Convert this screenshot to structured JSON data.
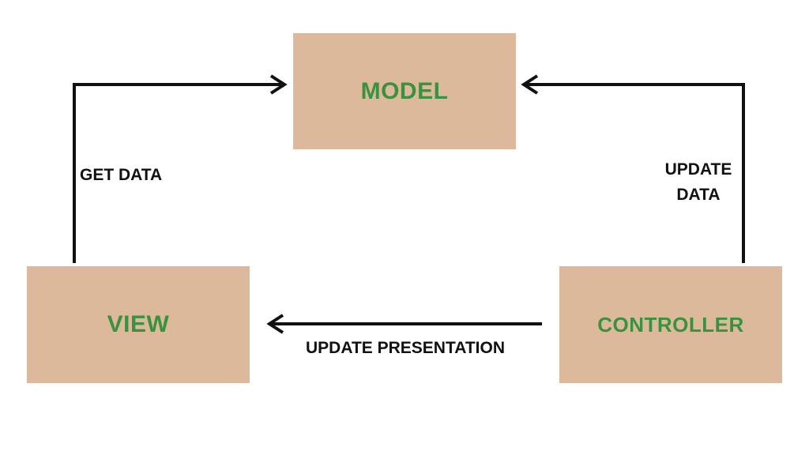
{
  "nodes": {
    "model": "MODEL",
    "view": "VIEW",
    "controller": "CONTROLLER"
  },
  "edges": {
    "get_data": "GET DATA",
    "update_data": "UPDATE DATA",
    "update_presentation": "UPDATE PRESENTATION"
  },
  "colors": {
    "box_fill": "#dcb99b",
    "node_text": "#3a9140",
    "edge_text": "#111111",
    "arrow": "#111111"
  }
}
